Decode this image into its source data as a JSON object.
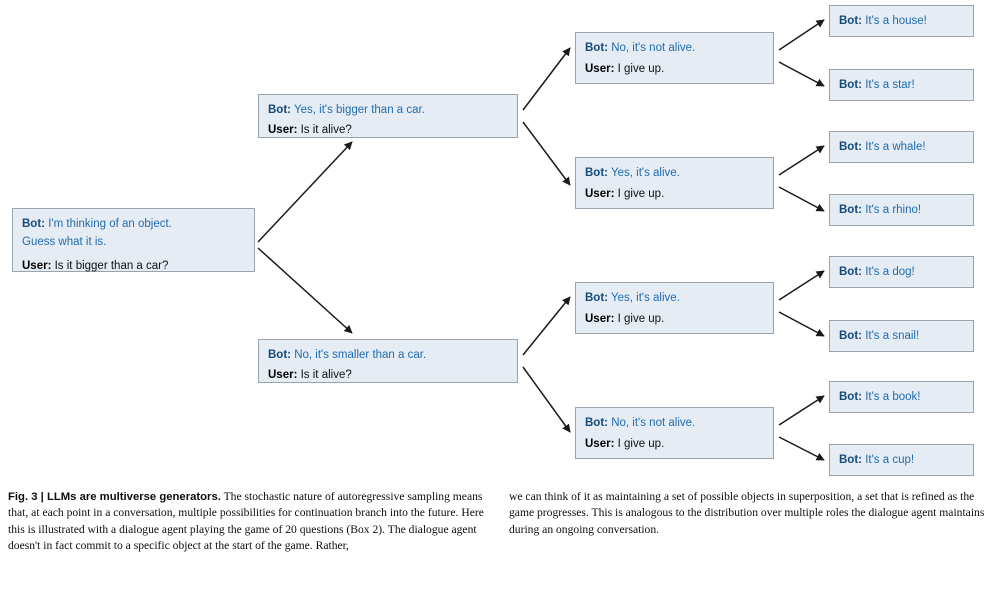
{
  "figure": {
    "label": "Fig. 3",
    "separator": "|",
    "title": "LLMs are multiverse generators.",
    "caption_left": " The stochastic nature of autoregressive sampling means that, at each point in a conversation, multiple possibilities for continuation branch into the future. Here this is illustrated with a dialogue agent playing the game of 20 questions (Box 2). The dialogue agent doesn't in fact commit to a specific object at the start of the game. Rather,",
    "caption_right": "we can think of it as maintaining a set of possible objects in superposition, a set that is refined as the game progresses. This is analogous to the distribution over multiple roles the dialogue agent maintains during an ongoing conversation."
  },
  "labels": {
    "bot": "Bot:",
    "user": "User:"
  },
  "colors": {
    "node_fill": "#e6ecf3",
    "node_border": "#9aa4ad",
    "bot_label": "#14497b",
    "bot_text": "#1f6bb0",
    "user_label": "#000000",
    "arrow": "#1a1a1a"
  },
  "tree": {
    "root": {
      "bot": "I'm thinking of an object. Guess what it is.",
      "bot_line1": "I'm thinking of an object.",
      "bot_line2": "Guess what it is.",
      "user": "Is it bigger than a car?"
    },
    "level1": [
      {
        "bot": "Yes, it's bigger than a car.",
        "user": "Is it alive?"
      },
      {
        "bot": "No, it's smaller than a car.",
        "user": "Is it alive?"
      }
    ],
    "level2": [
      {
        "bot": "No, it's not alive.",
        "user": "I give up."
      },
      {
        "bot": "Yes, it's alive.",
        "user": "I give up."
      },
      {
        "bot": "Yes, it's alive.",
        "user": "I give up."
      },
      {
        "bot": "No, it's not alive.",
        "user": "I give up."
      }
    ],
    "leaves": [
      {
        "bot": "It's a house!"
      },
      {
        "bot": "It's a star!"
      },
      {
        "bot": "It's a whale!"
      },
      {
        "bot": "It's a rhino!"
      },
      {
        "bot": "It's a dog!"
      },
      {
        "bot": "It's a snail!"
      },
      {
        "bot": "It's a book!"
      },
      {
        "bot": "It's a cup!"
      }
    ]
  }
}
